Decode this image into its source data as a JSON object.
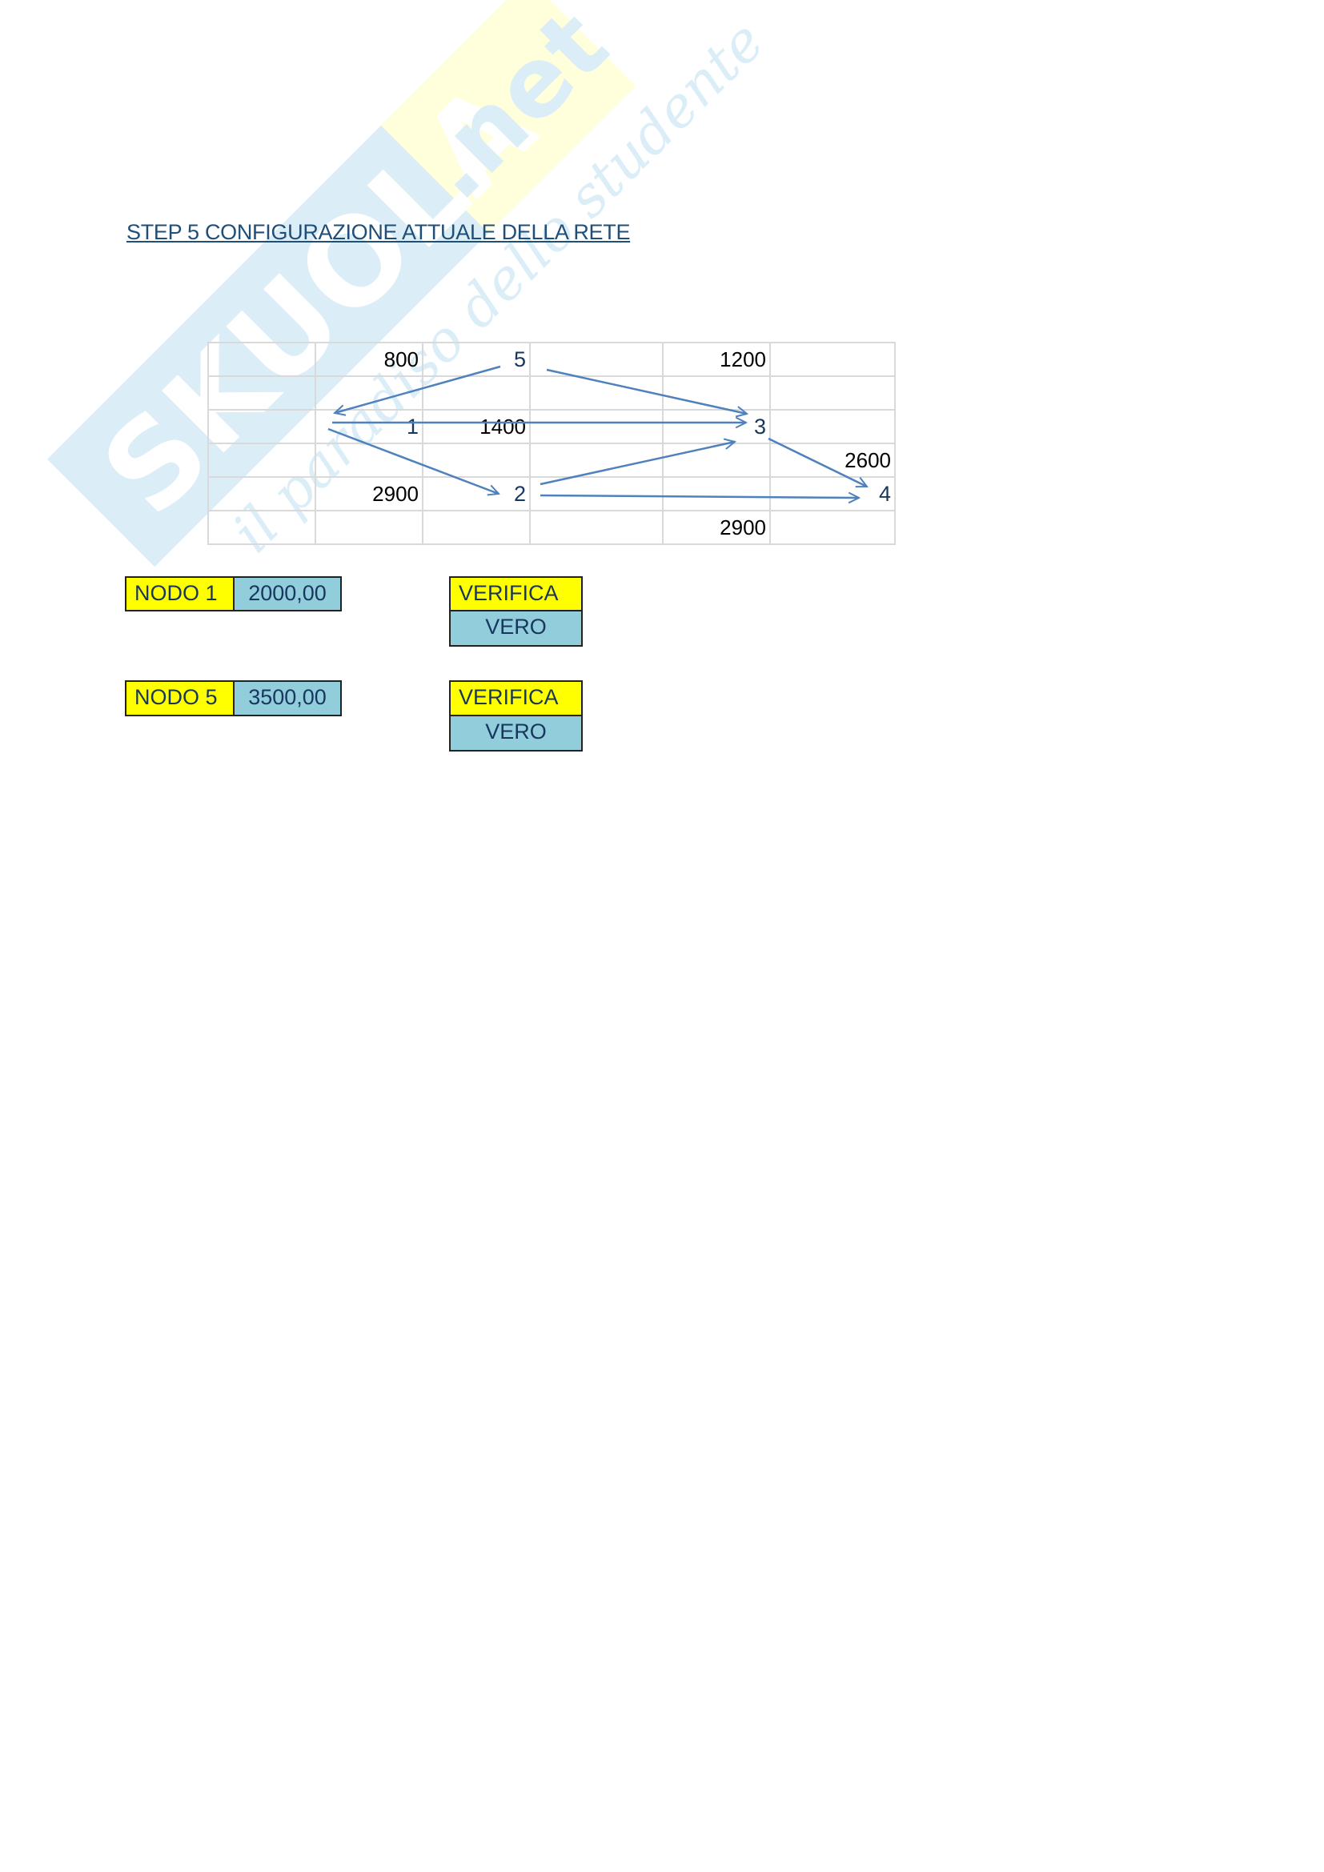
{
  "watermark": {
    "brand": "SKUOLA.net",
    "tagline": "il paradiso dello studente"
  },
  "title": "STEP 5  CONFIGURAZIONE ATTUALE DELLA RETE",
  "network_grid": {
    "rows": [
      [
        "",
        "800",
        "5",
        "",
        "1200",
        ""
      ],
      [
        "",
        "",
        "",
        "",
        "",
        ""
      ],
      [
        "",
        "1",
        "1400",
        "",
        "3",
        ""
      ],
      [
        "",
        "",
        "",
        "",
        "",
        "2600"
      ],
      [
        "",
        "2900",
        "2",
        "",
        "",
        "4"
      ],
      [
        "",
        "",
        "",
        "",
        "2900",
        ""
      ]
    ]
  },
  "arrow_color": "#4f81bd",
  "nodes": [
    {
      "label": "NODO 1",
      "value": "2000,00",
      "check_label": "VERIFICA",
      "check_value": "VERO"
    },
    {
      "label": "NODO 5",
      "value": "3500,00",
      "check_label": "VERIFICA",
      "check_value": "VERO"
    }
  ],
  "colors": {
    "label_fill": "#ffff00",
    "value_fill": "#92cddc",
    "text": "#17375e"
  }
}
